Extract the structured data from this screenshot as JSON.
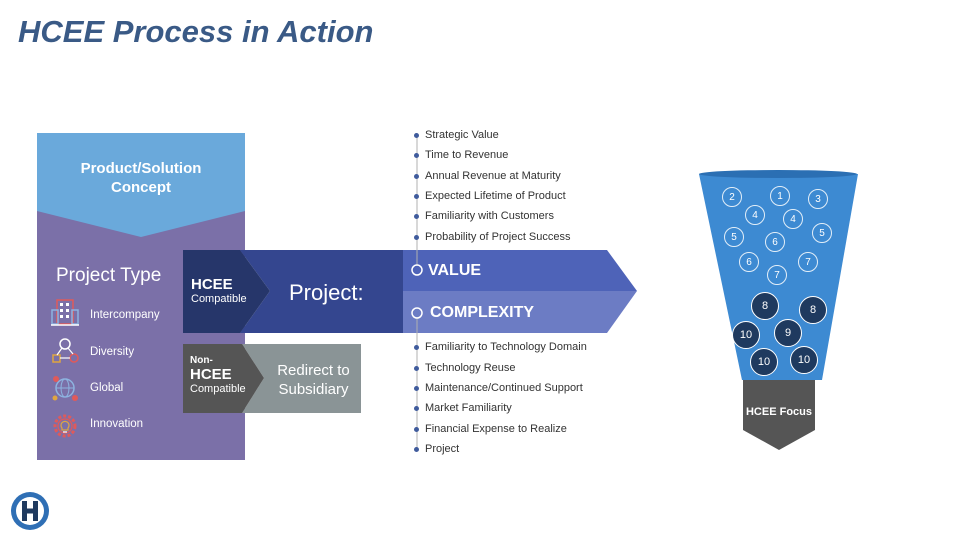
{
  "page_title": "HCEE Process in Action",
  "concept": {
    "line1": "Product/Solution",
    "line2": "Concept"
  },
  "project_type": {
    "title": "Project Type",
    "items": [
      {
        "icon": "building-icon",
        "label": "Intercompany"
      },
      {
        "icon": "diversity-network-icon",
        "label": "Diversity"
      },
      {
        "icon": "globe-pins-icon",
        "label": "Global"
      },
      {
        "icon": "gear-bulb-icon",
        "label": "Innovation"
      }
    ]
  },
  "hcee_compatible": {
    "line1": "HCEE",
    "line2": "Compatible"
  },
  "non_hcee": {
    "line1": "Non-",
    "line2": "HCEE",
    "line3": "Compatible"
  },
  "project_label": "Project:",
  "redirect": {
    "line1": "Redirect to",
    "line2": "Subsidiary"
  },
  "value_label": "VALUE",
  "complexity_label": "COMPLEXITY",
  "value_factors": [
    "Strategic Value",
    "Time to Revenue",
    "Annual Revenue at Maturity",
    "Expected Lifetime of Product",
    "Familiarity with Customers",
    "Probability of Project Success"
  ],
  "complexity_factors": [
    "Familiarity to Technology Domain",
    "Technology Reuse",
    "Maintenance/Continued Support",
    "Market Familiarity",
    "Financial Expense to Realize",
    "Project"
  ],
  "funnel_scores_small": [
    "2",
    "1",
    "3",
    "4",
    "4",
    "5",
    "6",
    "5",
    "6",
    "7",
    "7"
  ],
  "funnel_scores_large": [
    "8",
    "8",
    "10",
    "9",
    "10",
    "10"
  ],
  "hcee_focus": "HCEE Focus",
  "colors": {
    "title": "#3a5a86",
    "concept": "#6aa9db",
    "panel": "#7b70a8",
    "dark_navy": "#26366a",
    "value": "#4e63b8",
    "complexity": "#6c7cc4",
    "funnel": "#3d8ad2",
    "focus": "#555555"
  }
}
